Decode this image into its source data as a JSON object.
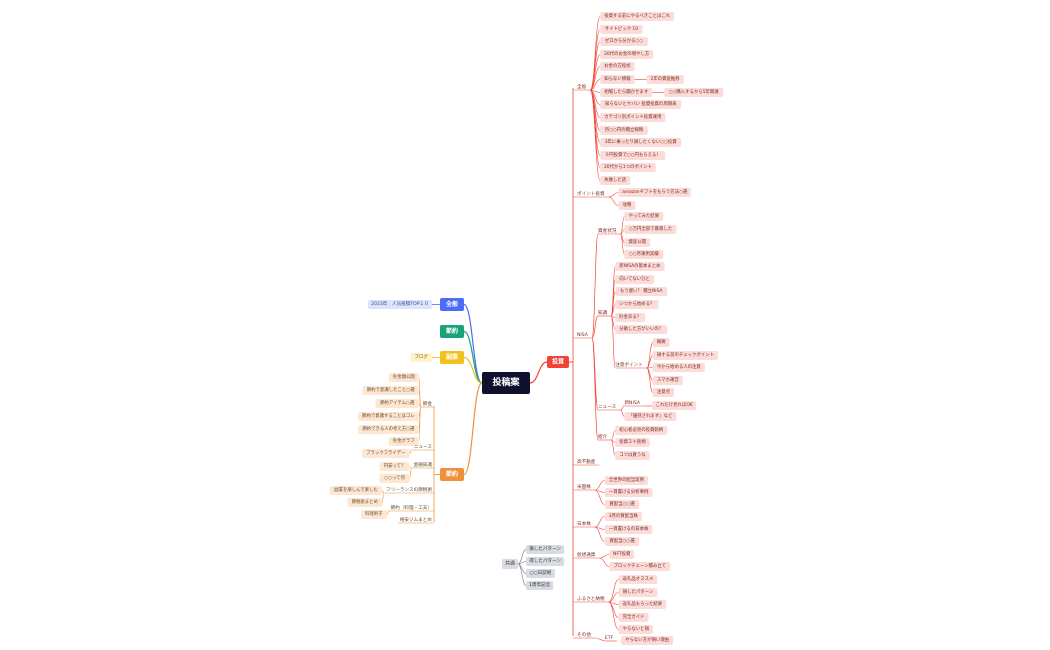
{
  "root": {
    "label": "投稿案"
  },
  "colors": {
    "root_bg": "#0f0f2e",
    "blue": "#4a6cf7",
    "green": "#1aa37a",
    "yellow": "#f2c21b",
    "orange": "#f0913a",
    "red": "#f24336",
    "gray_fill": "#d9dbe3",
    "gray_line": "#8c8fa0",
    "blue_pill": "#dce4fb",
    "yellow_pill": "#fdf3cc",
    "orange_pill": "#fde7d3",
    "red_pill": "#fcdcd8"
  },
  "left_branches": [
    {
      "label": "全般",
      "color": "blue",
      "children": [
        {
          "label": "2023年　人気投稿TOP１０"
        }
      ]
    },
    {
      "label": "節約",
      "color": "green",
      "children": []
    },
    {
      "label": "副業",
      "color": "yellow",
      "children": [
        {
          "label": "ブログ"
        }
      ]
    },
    {
      "label": "節約",
      "color": "orange",
      "children": [
        {
          "label": "節金",
          "children": [
            {
              "label": "貯金額公開"
            },
            {
              "label": "節約で意識したこと○選"
            },
            {
              "label": "節約アイテム○選"
            },
            {
              "label": "節約で意識することはコレ"
            },
            {
              "label": "節約できる人の考え方○選"
            },
            {
              "label": "貯金グラフ"
            }
          ]
        },
        {
          "label": "ニュース",
          "children": [
            {
              "label": "ブラックフライデー"
            }
          ]
        },
        {
          "label": "金融知識",
          "children": [
            {
              "label": "円安って？"
            },
            {
              "label": "○○って何"
            }
          ]
        },
        {
          "label": "フリーランスの節税術",
          "children": [
            {
              "label": "副業を楽しんで楽しむ"
            },
            {
              "label": "節税術まとめ"
            }
          ]
        },
        {
          "label": "節約（料理・工夫）",
          "children": [
            {
              "label": "料理男子"
            }
          ]
        },
        {
          "label": "格安ジムまとめ",
          "children": []
        }
      ]
    }
  ],
  "common": {
    "label": "共通",
    "children": [
      {
        "label": "損したパターン"
      },
      {
        "label": "得したパターン"
      },
      {
        "label": "○○日誌術"
      },
      {
        "label": "1周年記念"
      }
    ]
  },
  "invest": {
    "label": "投資",
    "children": [
      {
        "label": "全般",
        "children": [
          {
            "label": "投資する前にやるべきことはこれ"
          },
          {
            "label": "サイトピック 10"
          },
          {
            "label": "ゼロから分かる○○"
          },
          {
            "label": "20代のお金の増やし方"
          },
          {
            "label": "お金の方程式"
          },
          {
            "label": "知らない情報",
            "children": [
              {
                "label": "2年の資産推移"
              }
            ]
          },
          {
            "label": "相場したら聞かせます",
            "children": [
              {
                "label": "○○購入するから5年間運"
              }
            ]
          },
          {
            "label": "知らないとヤバい 投資投資の周期表"
          },
          {
            "label": "カテゴリ別ポイント投資運用"
          },
          {
            "label": "月○○円の積立戦略"
          },
          {
            "label": "3年に乗ったり損したくない○○投資"
          },
          {
            "label": "０円投資で○○円もらえる！"
          },
          {
            "label": "20代から1つのポイント"
          },
          {
            "label": "失敗した話"
          }
        ]
      },
      {
        "label": "ポイント投資",
        "children": [
          {
            "label": "amazonギフトをもらう方法○選"
          },
          {
            "label": "攻略"
          }
        ]
      },
      {
        "label": "NISA",
        "children": [
          {
            "label": "資産状況",
            "children": [
              {
                "label": "やってみた結果"
              },
              {
                "label": "○万円全部で暴落した"
              },
              {
                "label": "資産公開"
              },
              {
                "label": "○○月運用実績"
              }
            ]
          },
          {
            "label": "知識",
            "children": [
              {
                "label": "新NISAの基本まとめ"
              },
              {
                "label": "向いてないひと"
              },
              {
                "label": "もう遅い？ 積立NISA"
              },
              {
                "label": "いつから始める？"
              },
              {
                "label": "貯金ある？"
              },
              {
                "label": "分散した方がいいの？"
              },
              {
                "label": "注意ポイント",
                "children": [
                  {
                    "label": "概要"
                  },
                  {
                    "label": "損する前のチェックポイント"
                  },
                  {
                    "label": "今から始める人の注意"
                  },
                  {
                    "label": "スマホ運営"
                  },
                  {
                    "label": "注意点"
                  }
                ]
              }
            ]
          },
          {
            "label": "ニュース",
            "children": [
              {
                "label": "新NISA",
                "children": [
                  {
                    "label": "これだけ見ればOK"
                  }
                ]
              },
              {
                "label": "「優待されます」など"
              }
            ]
          },
          {
            "label": "紹介",
            "children": [
              {
                "label": "初心者必見の投資銘柄"
              },
              {
                "label": "投資スト銘柄"
              },
              {
                "label": "コツは買うな"
              }
            ]
          }
        ]
      },
      {
        "label": "高不動産",
        "children": []
      },
      {
        "label": "米国株",
        "children": [
          {
            "label": "全世界の配当実例"
          },
          {
            "label": "一目置ける分析事例"
          },
          {
            "label": "買配当○○選"
          }
        ]
      },
      {
        "label": "日本株",
        "children": [
          {
            "label": "3月の買配当株"
          },
          {
            "label": "一目置けるの日本株"
          },
          {
            "label": "買配当○○選"
          }
        ]
      },
      {
        "label": "仮想通貨",
        "children": [
          {
            "label": "NFT投資"
          },
          {
            "label": "ブロックチェーン積み立て"
          }
        ]
      },
      {
        "label": "ふるさと納税",
        "children": [
          {
            "label": "返礼品オススメ"
          },
          {
            "label": "損したパターン"
          },
          {
            "label": "返礼品もらった結果"
          },
          {
            "label": "完全ガイド"
          },
          {
            "label": "やらないと損"
          }
        ]
      },
      {
        "label": "その他",
        "children": [
          {
            "label": "ETF",
            "children": [
              {
                "label": "やらない方が損い理由"
              }
            ]
          }
        ]
      }
    ]
  }
}
